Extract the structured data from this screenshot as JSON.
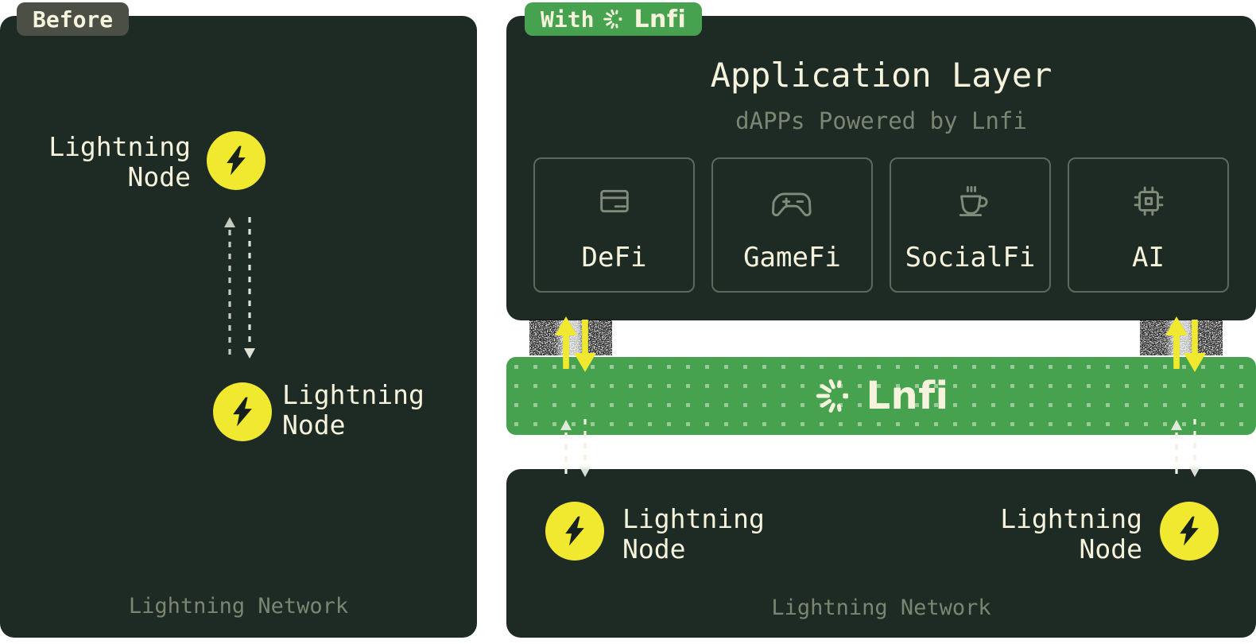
{
  "colors": {
    "panel_bg": "#1e2a24",
    "badge_gray_bg": "#4b4f46",
    "badge_green_bg": "#46a24e",
    "lnfi_green": "#46a24e",
    "accent_yellow": "#f1e930",
    "cream_text": "#f6f3dd",
    "muted_text": "#7a8671",
    "card_border": "#5e695c",
    "icon_stroke": "#808c7a"
  },
  "before_panel": {
    "badge_label": "Before",
    "node_top": {
      "line1": "Lightning",
      "line2": "Node"
    },
    "node_bottom": {
      "line1": "Lightning",
      "line2": "Node"
    },
    "footer_label": "Lightning Network"
  },
  "after_panel": {
    "badge": {
      "prefix": "With",
      "brand": "Lnfi"
    },
    "application_layer": {
      "title": "Application Layer",
      "subtitle": "dAPPs Powered by Lnfi",
      "cards": [
        {
          "label": "DeFi",
          "icon": "credit-card-icon"
        },
        {
          "label": "GameFi",
          "icon": "gamepad-icon"
        },
        {
          "label": "SocialFi",
          "icon": "coffee-cup-icon"
        },
        {
          "label": "AI",
          "icon": "cpu-chip-icon"
        }
      ]
    },
    "lnfi_bar": {
      "brand": "Lnfi"
    },
    "network_panel": {
      "node_left": {
        "line1": "Lightning",
        "line2": "Node"
      },
      "node_right": {
        "line1": "Lightning",
        "line2": "Node"
      },
      "footer_label": "Lightning Network"
    }
  }
}
